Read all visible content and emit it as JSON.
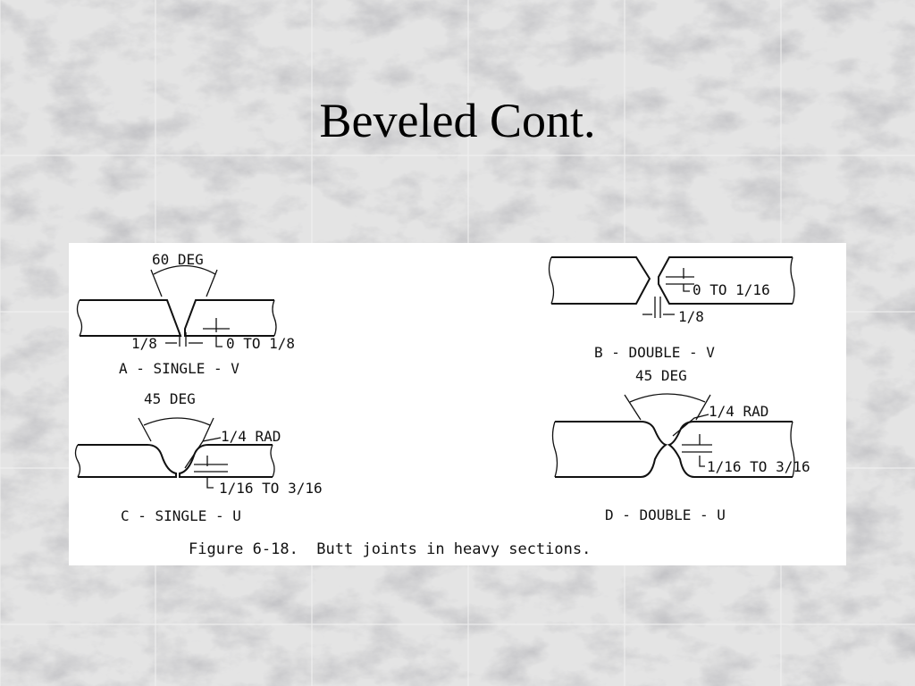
{
  "slide": {
    "title": "Beveled Cont."
  },
  "figure": {
    "caption": "Figure 6-18.  Butt joints in heavy sections.",
    "joint_a": {
      "name": "A - SINGLE - V",
      "angle": "60 DEG",
      "gap": "1/8",
      "root_face": "0 TO 1/8"
    },
    "joint_b": {
      "name": "B - DOUBLE - V",
      "root_face": "0 TO 1/16",
      "gap": "1/8"
    },
    "joint_c": {
      "name": "C - SINGLE - U",
      "angle": "45 DEG",
      "radius": "1/4 RAD",
      "root_face": "1/16 TO 3/16"
    },
    "joint_d": {
      "name": "D - DOUBLE - U",
      "angle": "45 DEG",
      "radius": "1/4 RAD",
      "root_face": "1/16 TO 3/16"
    }
  }
}
